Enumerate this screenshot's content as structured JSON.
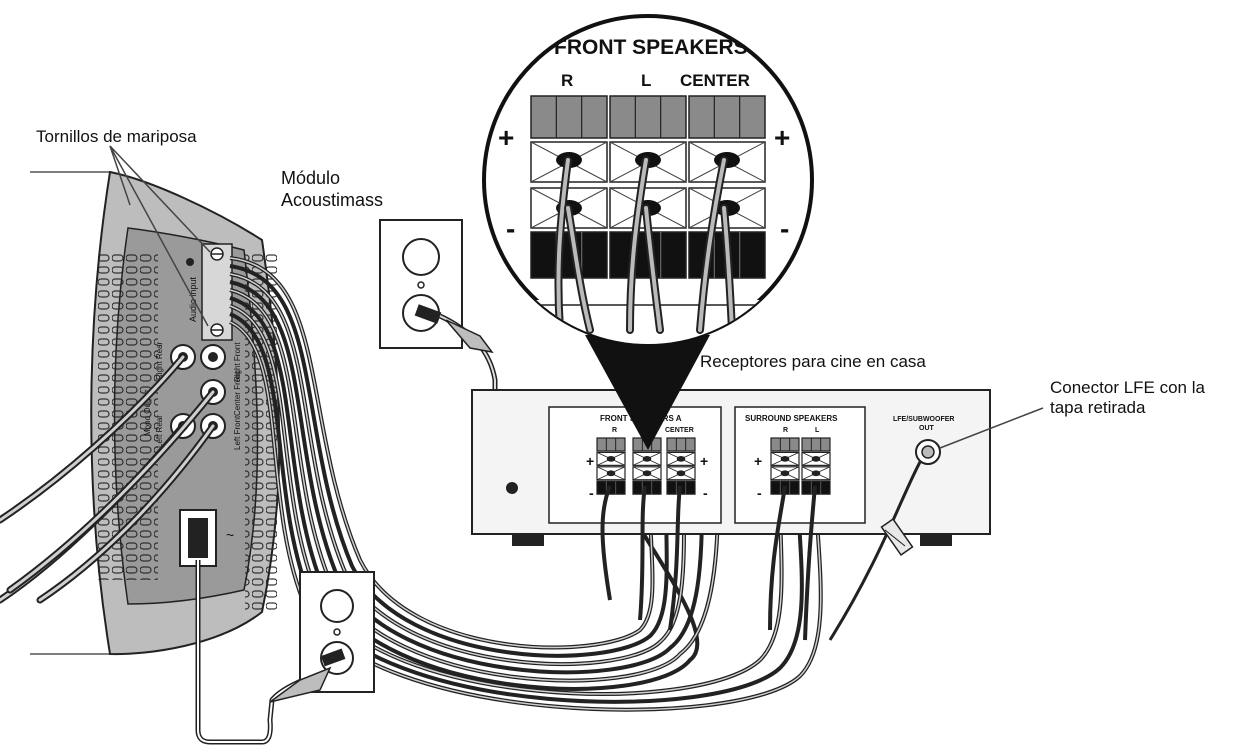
{
  "labels": {
    "wing_screws": "Tornillos de mariposa",
    "module_line1": "Módulo",
    "module_line2": "Acoustimass",
    "receivers": "Receptores para cine en casa",
    "lfe_line1": "Conector LFE con la",
    "lfe_line2": "tapa retirada"
  },
  "zoom": {
    "title": "FRONT SPEAKERS",
    "col_r": "R",
    "col_l": "L",
    "col_center": "CENTER",
    "plus": "+",
    "minus": "-"
  },
  "receiver": {
    "front_group": "FRONT SPEAKERS A",
    "front_r": "R",
    "front_center": "CENTER",
    "surround_group": "SURROUND SPEAKERS",
    "surround_r": "R",
    "surround_l": "L",
    "lfe_line1": "LFE/SUBWOOFER",
    "lfe_line2": "OUT",
    "plus": "+",
    "minus": "-"
  },
  "module": {
    "audio_input": "Audio input",
    "right_rear": "Right Rear",
    "left_rear": "Left Rear",
    "right_front": "Right Front",
    "center_front": "Center Front",
    "left_front": "Left Front",
    "mono_output": "Mono Output",
    "power_symbol": "~"
  }
}
